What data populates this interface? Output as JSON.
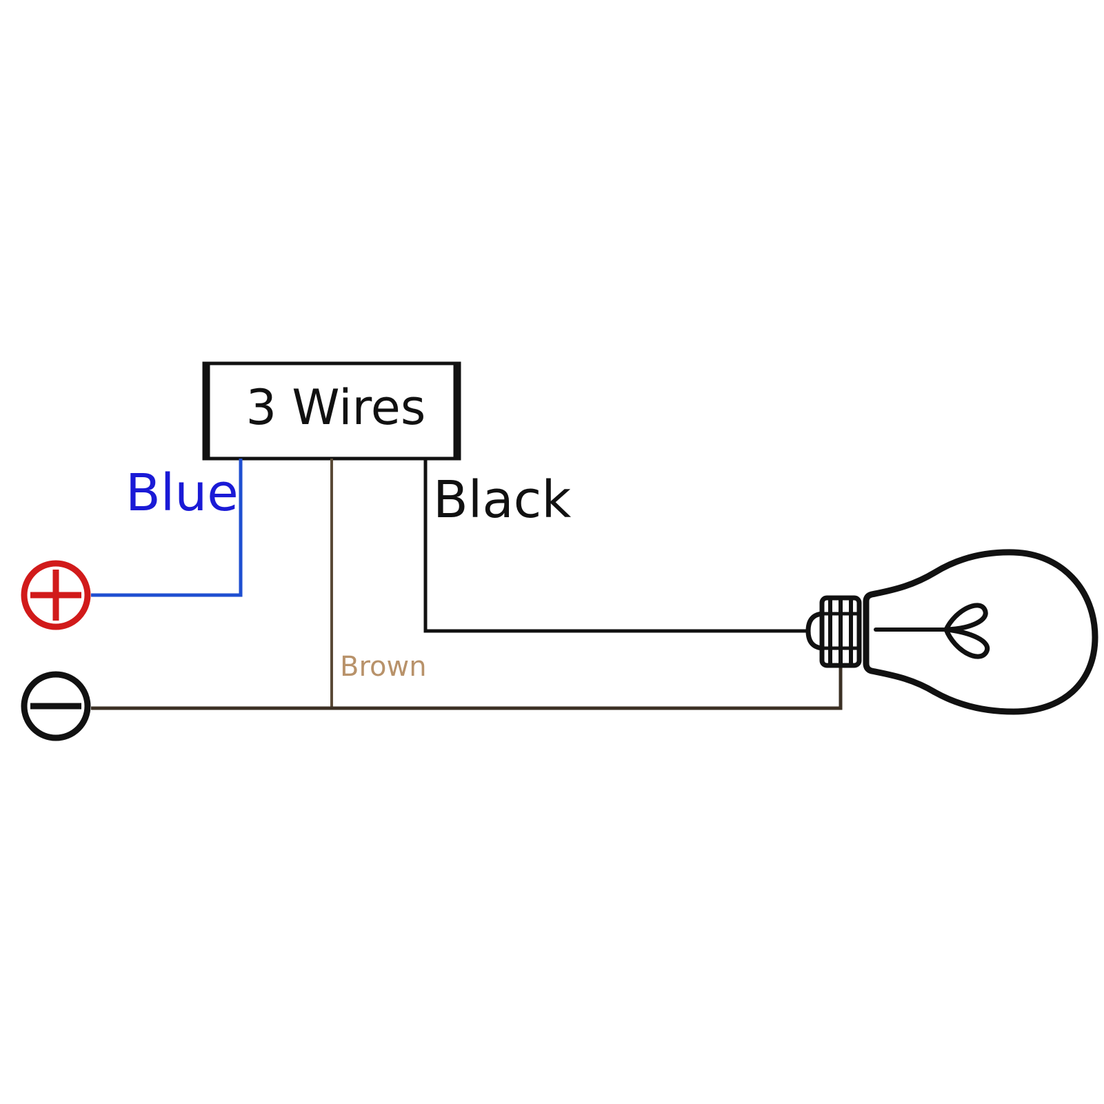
{
  "module": {
    "label": "3 Wires"
  },
  "wires": [
    {
      "id": "blue",
      "label": "Blue",
      "color": "#1f4fd1",
      "label_color": "#1a1ad6"
    },
    {
      "id": "brown",
      "label": "Brown",
      "color": "#5a4a36",
      "label_color": "#b8926a"
    },
    {
      "id": "black",
      "label": "Black",
      "color": "#111111",
      "label_color": "#111111"
    }
  ],
  "terminals": {
    "positive": {
      "icon": "plus-circle-icon",
      "color": "#d11a1a"
    },
    "negative": {
      "icon": "minus-circle-icon",
      "color": "#111111"
    }
  },
  "load": {
    "icon": "light-bulb-icon",
    "color": "#111111"
  }
}
